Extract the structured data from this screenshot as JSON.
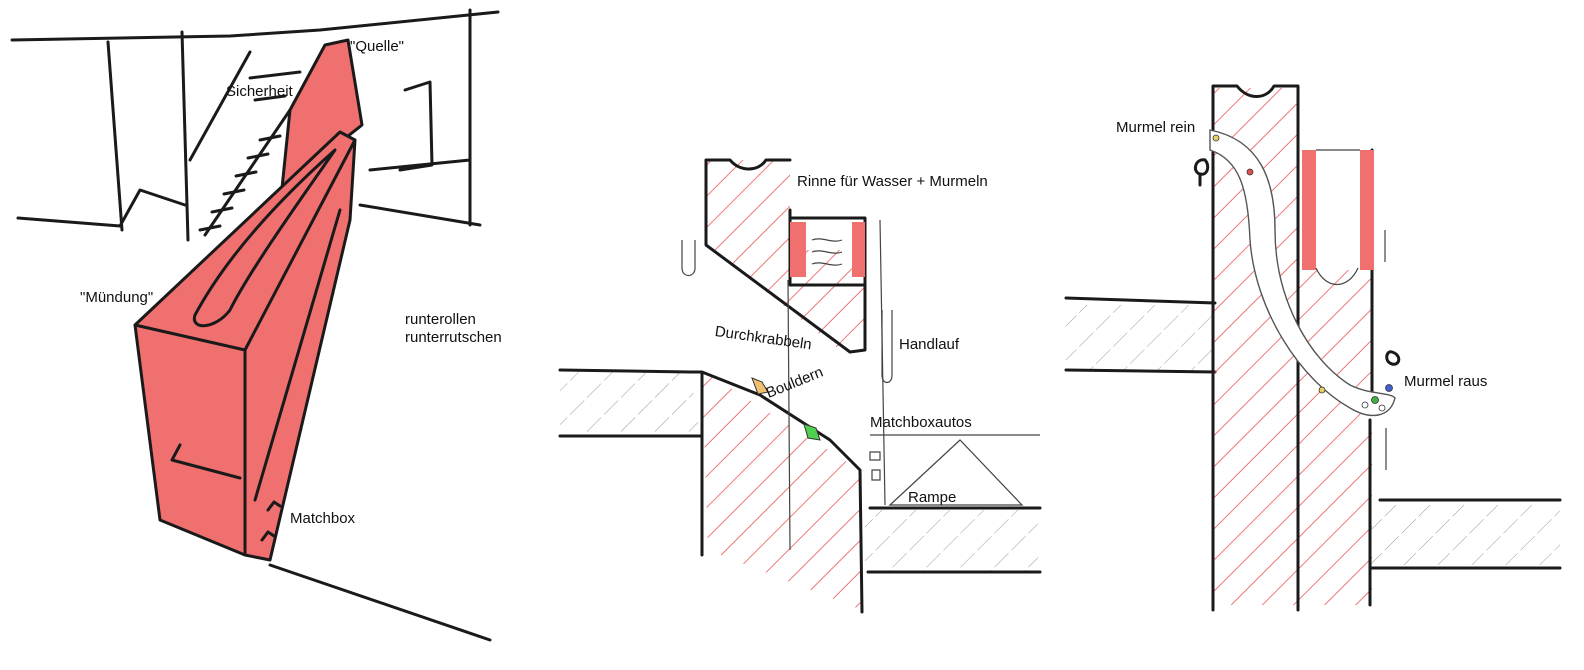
{
  "colors": {
    "accent_red": "#f07070",
    "hatch_red": "#e85555",
    "hatch_gray": "#999999",
    "ink": "#1a1a1a",
    "marble_yellow": "#e8d060",
    "marble_red": "#e05050",
    "marble_blue": "#4060d0",
    "marble_green": "#40b040",
    "hold_orange": "#f0c070",
    "hold_green": "#50d050"
  },
  "left_sketch": {
    "quelle": "\"Quelle\"",
    "sicherheit": "Sicherheit",
    "muendung": "\"Mündung\"",
    "runterrollen": "runterollen",
    "runterrutschen": "runterrutschen",
    "matchbox": "Matchbox"
  },
  "middle_section": {
    "rinne": "Rinne für Wasser + Murmeln",
    "durchkrabbeln": "Durchkrabbeln",
    "handlauf": "Handlauf",
    "bouldern": "Bouldern",
    "matchboxautos": "Matchboxautos",
    "rampe": "Rampe"
  },
  "right_section": {
    "murmel_rein": "Murmel rein",
    "murmel_raus": "Murmel raus"
  }
}
